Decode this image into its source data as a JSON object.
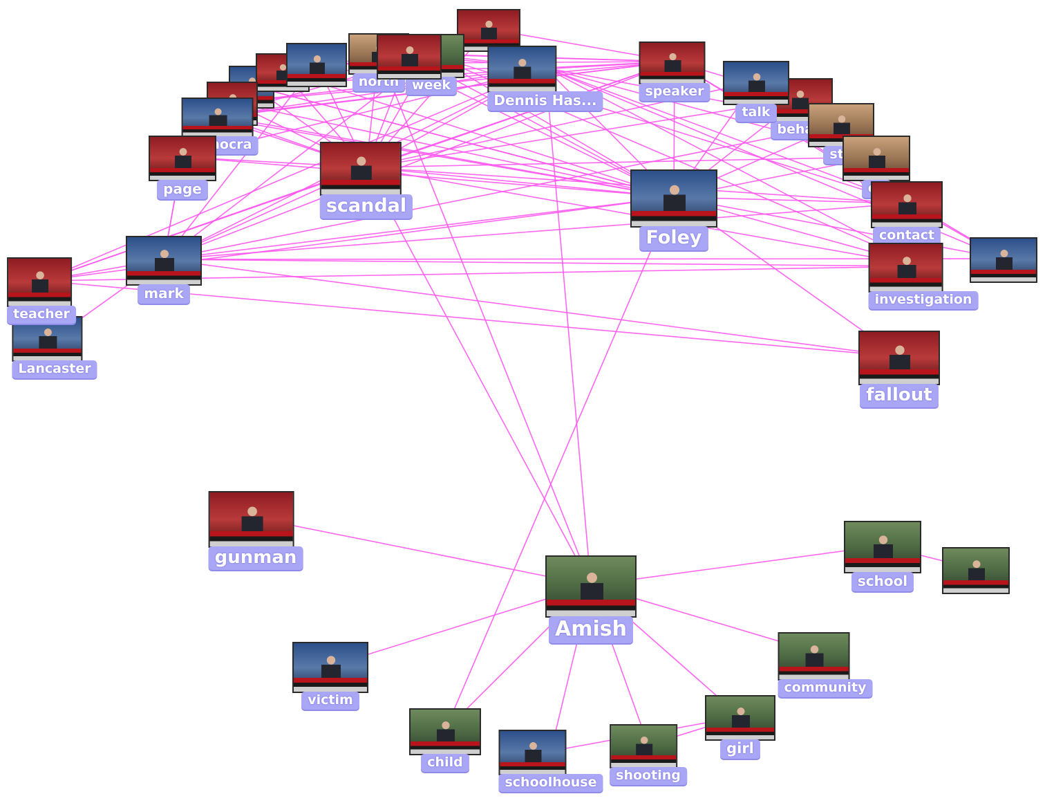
{
  "graph": {
    "edge_color": "#ff55ee",
    "label_bg": "#a9a6f6",
    "nodes": [
      {
        "id": "amish",
        "label": "Amish",
        "hue": "green"
      },
      {
        "id": "foley",
        "label": "Foley",
        "hue": "blue"
      },
      {
        "id": "scandal",
        "label": "scandal",
        "hue": "red"
      },
      {
        "id": "gunman",
        "label": "gunman",
        "hue": "red"
      },
      {
        "id": "school",
        "label": "school",
        "hue": "green"
      },
      {
        "id": "community",
        "label": "community",
        "hue": "green"
      },
      {
        "id": "girl",
        "label": "girl",
        "hue": "green"
      },
      {
        "id": "shooting",
        "label": "shooting",
        "hue": "green"
      },
      {
        "id": "schoolhouse",
        "label": "schoolhouse",
        "hue": "blue"
      },
      {
        "id": "child",
        "label": "child",
        "hue": "green"
      },
      {
        "id": "victim",
        "label": "victim",
        "hue": "blue"
      },
      {
        "id": "fallout",
        "label": "fallout",
        "hue": "red"
      },
      {
        "id": "investigation",
        "label": "investigation",
        "hue": "red"
      },
      {
        "id": "contact",
        "label": "contact",
        "hue": "red"
      },
      {
        "id": "mark",
        "label": "mark",
        "hue": "blue"
      },
      {
        "id": "lancaster",
        "label": "Lancaster",
        "hue": "blue"
      },
      {
        "id": "teacher",
        "label": "teacher",
        "hue": "red"
      },
      {
        "id": "page",
        "label": "page",
        "hue": "red"
      },
      {
        "id": "speaker",
        "label": "speaker",
        "hue": "red"
      },
      {
        "id": "dennis",
        "label": "Dennis Has...",
        "hue": "blue"
      },
      {
        "id": "week",
        "label": "week",
        "hue": "green"
      },
      {
        "id": "behav",
        "label": "behav",
        "hue": "red"
      },
      {
        "id": "talk",
        "label": "talk",
        "hue": "blue"
      },
      {
        "id": "sta",
        "label": "sta",
        "hue": "tan"
      },
      {
        "id": "co",
        "label": "co",
        "hue": "tan"
      },
      {
        "id": "democrat",
        "label": "democra",
        "hue": "blue"
      },
      {
        "id": "north",
        "label": "north",
        "hue": "tan"
      },
      {
        "id": "h1",
        "label": "",
        "hue": "red"
      },
      {
        "id": "h2",
        "label": "",
        "hue": "blue"
      },
      {
        "id": "h3",
        "label": "",
        "hue": "red"
      },
      {
        "id": "h4",
        "label": "",
        "hue": "blue"
      },
      {
        "id": "h5",
        "label": "",
        "hue": "red"
      },
      {
        "id": "h6",
        "label": "",
        "hue": "blue"
      },
      {
        "id": "h7",
        "label": "",
        "hue": "red"
      },
      {
        "id": "h8",
        "label": "",
        "hue": "blue"
      },
      {
        "id": "h9",
        "label": "",
        "hue": "green"
      }
    ],
    "edges": [
      [
        "amish",
        "gunman"
      ],
      [
        "amish",
        "school"
      ],
      [
        "amish",
        "community"
      ],
      [
        "amish",
        "girl"
      ],
      [
        "amish",
        "shooting"
      ],
      [
        "amish",
        "schoolhouse"
      ],
      [
        "amish",
        "child"
      ],
      [
        "amish",
        "victim"
      ],
      [
        "amish",
        "scandal"
      ],
      [
        "amish",
        "dennis"
      ],
      [
        "amish",
        "north"
      ],
      [
        "child",
        "foley"
      ],
      [
        "school",
        "h9"
      ],
      [
        "girl",
        "schoolhouse"
      ],
      [
        "girl",
        "shooting"
      ],
      [
        "foley",
        "scandal"
      ],
      [
        "foley",
        "mark"
      ],
      [
        "foley",
        "speaker"
      ],
      [
        "foley",
        "dennis"
      ],
      [
        "foley",
        "page"
      ],
      [
        "foley",
        "contact"
      ],
      [
        "foley",
        "fallout"
      ],
      [
        "foley",
        "investigation"
      ],
      [
        "foley",
        "teacher"
      ],
      [
        "foley",
        "week"
      ],
      [
        "foley",
        "talk"
      ],
      [
        "foley",
        "behav"
      ],
      [
        "foley",
        "co"
      ],
      [
        "foley",
        "sta"
      ],
      [
        "foley",
        "h3"
      ],
      [
        "foley",
        "h4"
      ],
      [
        "foley",
        "h5"
      ],
      [
        "foley",
        "h6"
      ],
      [
        "foley",
        "democrat"
      ],
      [
        "foley",
        "north"
      ],
      [
        "foley",
        "h8"
      ],
      [
        "scandal",
        "mark"
      ],
      [
        "scandal",
        "page"
      ],
      [
        "scandal",
        "speaker"
      ],
      [
        "scandal",
        "dennis"
      ],
      [
        "scandal",
        "week"
      ],
      [
        "scandal",
        "contact"
      ],
      [
        "scandal",
        "investigation"
      ],
      [
        "scandal",
        "teacher"
      ],
      [
        "scandal",
        "h2"
      ],
      [
        "scandal",
        "h3"
      ],
      [
        "scandal",
        "h4"
      ],
      [
        "scandal",
        "h5"
      ],
      [
        "scandal",
        "h6"
      ],
      [
        "scandal",
        "h7"
      ],
      [
        "scandal",
        "democrat"
      ],
      [
        "scandal",
        "north"
      ],
      [
        "scandal",
        "talk"
      ],
      [
        "scandal",
        "behav"
      ],
      [
        "scandal",
        "co"
      ],
      [
        "mark",
        "teacher"
      ],
      [
        "mark",
        "lancaster"
      ],
      [
        "mark",
        "page"
      ],
      [
        "mark",
        "speaker"
      ],
      [
        "mark",
        "dennis"
      ],
      [
        "mark",
        "week"
      ],
      [
        "mark",
        "contact"
      ],
      [
        "mark",
        "fallout"
      ],
      [
        "mark",
        "investigation"
      ],
      [
        "mark",
        "h8"
      ],
      [
        "mark",
        "h2"
      ],
      [
        "mark",
        "sta"
      ],
      [
        "teacher",
        "investigation"
      ],
      [
        "teacher",
        "fallout"
      ],
      [
        "teacher",
        "speaker"
      ],
      [
        "teacher",
        "dennis"
      ],
      [
        "speaker",
        "dennis"
      ],
      [
        "speaker",
        "week"
      ],
      [
        "speaker",
        "h4"
      ],
      [
        "speaker",
        "h5"
      ],
      [
        "speaker",
        "h6"
      ],
      [
        "speaker",
        "contact"
      ],
      [
        "speaker",
        "h8"
      ],
      [
        "speaker",
        "behav"
      ],
      [
        "dennis",
        "contact"
      ],
      [
        "dennis",
        "week"
      ],
      [
        "dennis",
        "h3"
      ],
      [
        "dennis",
        "h7"
      ],
      [
        "dennis",
        "investigation"
      ],
      [
        "dennis",
        "sta"
      ],
      [
        "dennis",
        "co"
      ],
      [
        "dennis",
        "h8"
      ],
      [
        "week",
        "contact"
      ],
      [
        "week",
        "investigation"
      ],
      [
        "week",
        "h1"
      ],
      [
        "week",
        "h2"
      ],
      [
        "contact",
        "h8"
      ],
      [
        "contact",
        "behav"
      ],
      [
        "investigation",
        "behav"
      ],
      [
        "talk",
        "sta"
      ],
      [
        "talk",
        "co"
      ],
      [
        "behav",
        "co"
      ],
      [
        "north",
        "speaker"
      ],
      [
        "h1",
        "speaker"
      ],
      [
        "h1",
        "scandal"
      ],
      [
        "h2",
        "speaker"
      ],
      [
        "h3",
        "week"
      ],
      [
        "h4",
        "foley"
      ],
      [
        "h5",
        "dennis"
      ],
      [
        "h6",
        "week"
      ],
      [
        "h7",
        "foley"
      ],
      [
        "page",
        "mark"
      ],
      [
        "page",
        "dennis"
      ],
      [
        "democrat",
        "speaker"
      ],
      [
        "democrat",
        "dennis"
      ]
    ]
  }
}
